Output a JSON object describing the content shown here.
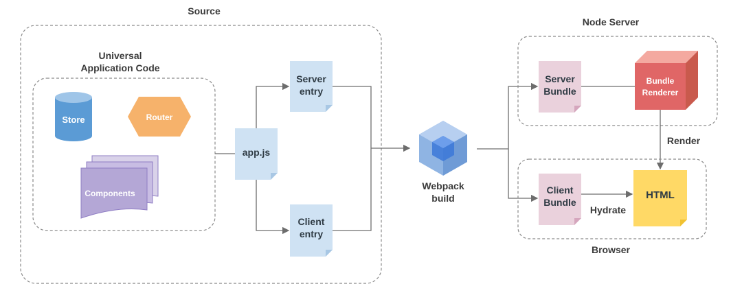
{
  "source": {
    "title": "Source"
  },
  "universal": {
    "title_line1": "Universal",
    "title_line2": "Application Code"
  },
  "store": {
    "label": "Store"
  },
  "router": {
    "label": "Router"
  },
  "components": {
    "label": "Components"
  },
  "app_js": {
    "label": "app.js"
  },
  "server_entry": {
    "line1": "Server",
    "line2": "entry"
  },
  "client_entry": {
    "line1": "Client",
    "line2": "entry"
  },
  "webpack": {
    "line1": "Webpack",
    "line2": "build"
  },
  "node_server": {
    "title": "Node Server"
  },
  "server_bundle": {
    "line1": "Server",
    "line2": "Bundle"
  },
  "bundle_renderer": {
    "line1": "Bundle",
    "line2": "Renderer"
  },
  "render": {
    "label": "Render"
  },
  "browser": {
    "title": "Browser"
  },
  "client_bundle": {
    "line1": "Client",
    "line2": "Bundle"
  },
  "hydrate": {
    "label": "Hydrate"
  },
  "html_doc": {
    "label": "HTML"
  },
  "colors": {
    "store": "#5b9bd5",
    "router": "#f6b26b",
    "components": "#b4a7d6",
    "entry_doc": "#cfe2f3",
    "bundle_doc": "#ead1dc",
    "renderer": "#e06666",
    "html_doc": "#ffd966",
    "webpack": "#8fb4e3"
  }
}
